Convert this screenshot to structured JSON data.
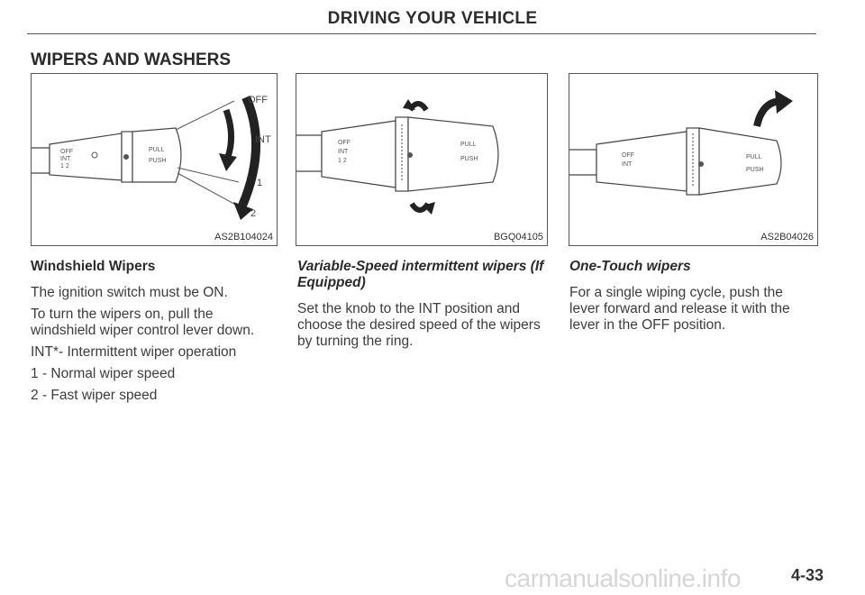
{
  "header": {
    "title": "DRIVING YOUR VEHICLE"
  },
  "section": {
    "title": "WIPERS AND WASHERS"
  },
  "figures": [
    {
      "code": "AS2B104024",
      "labels": {
        "off": "OFF",
        "int": "INT",
        "one": "1",
        "two": "2"
      }
    },
    {
      "code": "BGQ04105"
    },
    {
      "code": "AS2B04026"
    }
  ],
  "columns": [
    {
      "heading": "Windshield Wipers",
      "paragraphs": [
        "The ignition switch must be ON.",
        "To turn the wipers on, pull the windshield wiper control lever down.",
        "INT*- Intermittent wiper operation",
        "1 - Normal wiper speed",
        "2 - Fast wiper speed"
      ]
    },
    {
      "heading": "Variable-Speed intermittent wipers (If Equipped)",
      "paragraphs": [
        "Set the knob to the INT position and choose the desired speed of the wipers by turning the ring."
      ]
    },
    {
      "heading": "One-Touch wipers",
      "paragraphs": [
        "For a single wiping cycle, push the lever forward and release it with the lever in the OFF position."
      ]
    }
  ],
  "page_number": "4-33",
  "watermark": "carmanualsonline.info",
  "colors": {
    "text": "#3a3a3a",
    "rule": "#555555",
    "arrow": "#2a2a2a"
  }
}
